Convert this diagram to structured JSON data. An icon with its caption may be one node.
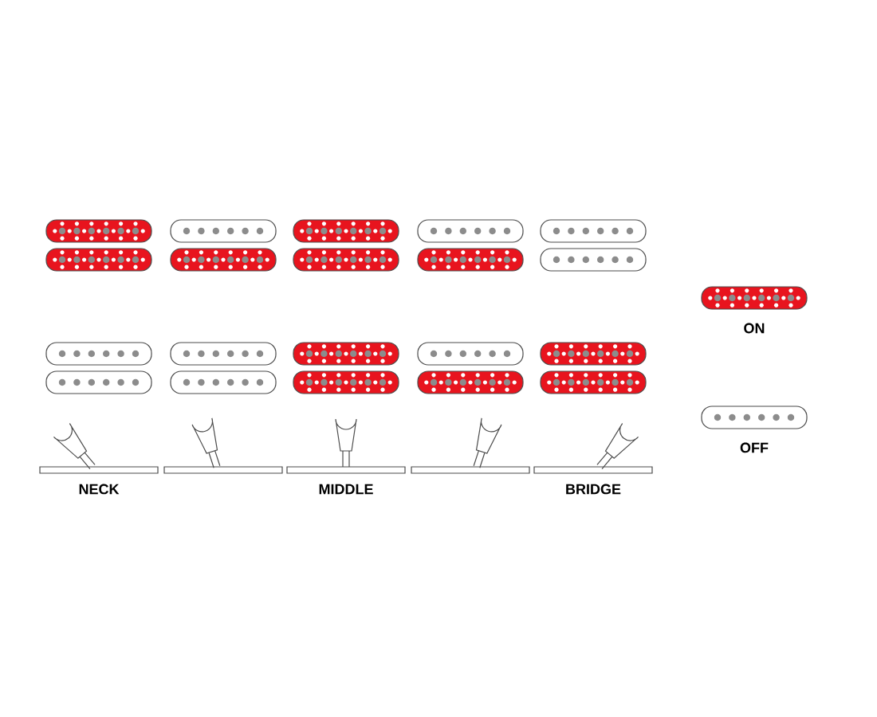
{
  "diagram": {
    "labels": [
      "NECK",
      "MIDDLE",
      "BRIDGE"
    ],
    "legend": [
      {
        "text": "ON"
      },
      {
        "text": "OFF"
      }
    ]
  }
}
